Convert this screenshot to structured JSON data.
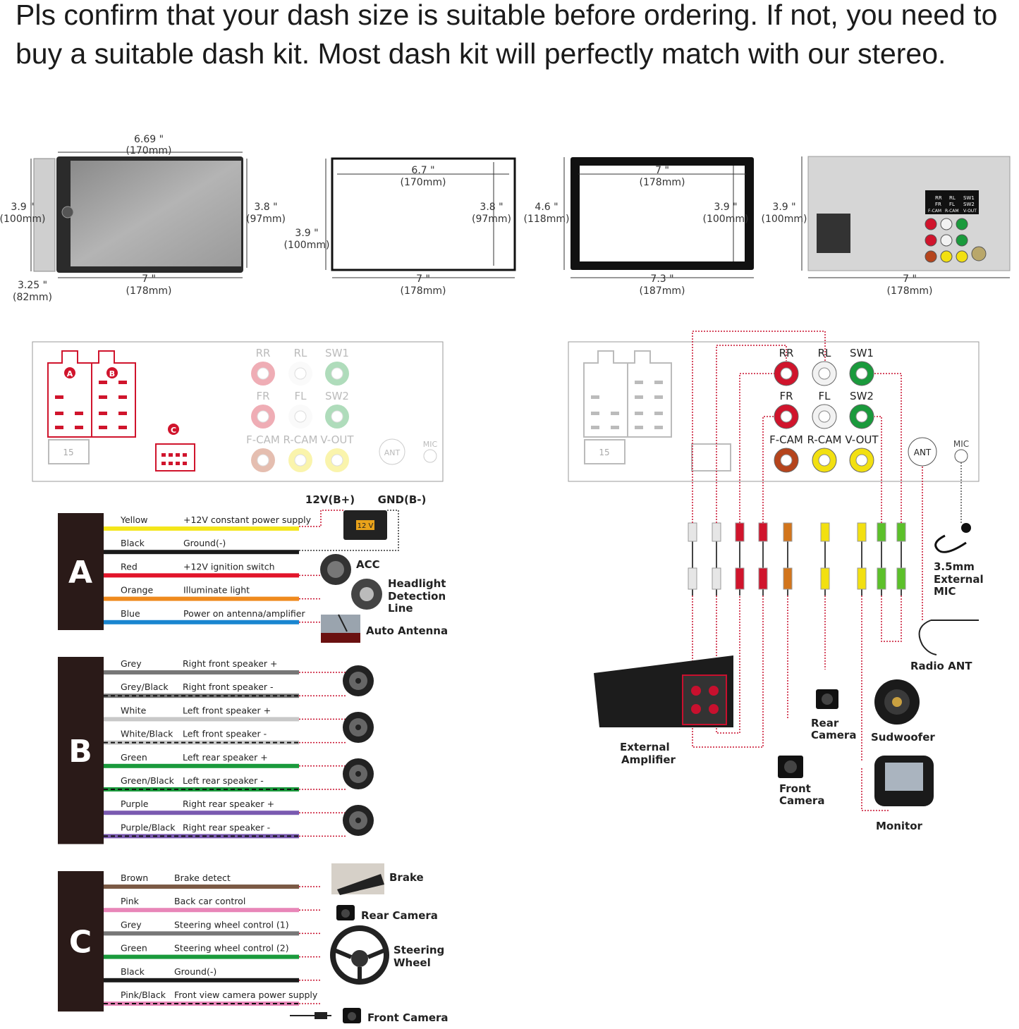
{
  "headline": "Pls confirm that your dash size is suitable before ordering. If not, you need to buy a suitable dash kit. Most dash kit will perfectly match with our stereo.",
  "dimensions": {
    "unit": {
      "top": "6.69 \"",
      "top_mm": "(170mm)",
      "left": "3.9 \"",
      "left_mm": "(100mm)",
      "right": "3.8 \"",
      "right_mm": "(97mm)",
      "depth": "3.25 \"",
      "depth_mm": "(82mm)",
      "bottom": "7 \"",
      "bottom_mm": "(178mm)"
    },
    "frame1": {
      "inner_w": "6.7 \"",
      "inner_w_mm": "(170mm)",
      "inner_h": "3.8 \"",
      "inner_h_mm": "(97mm)",
      "outer_h": "3.9 \"",
      "outer_h_mm": "(100mm)",
      "outer_w": "7 \"",
      "outer_w_mm": "(178mm)"
    },
    "frame2": {
      "inner_w": "7 \"",
      "inner_w_mm": "(178mm)",
      "inner_h": "3.9 \"",
      "inner_h_mm": "(100mm)",
      "outer_h": "4.6 \"",
      "outer_h_mm": "(118mm)",
      "outer_w": "7.3 \"",
      "outer_w_mm": "(187mm)"
    },
    "back": {
      "h": "3.9 \"",
      "h_mm": "(100mm)",
      "w": "7 \"",
      "w_mm": "(178mm)",
      "panel_labels": [
        "RR",
        "RL",
        "SW1",
        "FR",
        "FL",
        "SW2",
        "F-CAM",
        "R-CAM",
        "V-OUT"
      ]
    }
  },
  "rear_panel": {
    "connector_labels": [
      "A",
      "B",
      "C"
    ],
    "fuse": "15",
    "jacks": [
      {
        "label": "RR",
        "color": "#d0142c"
      },
      {
        "label": "RL",
        "color": "#f2f2f2"
      },
      {
        "label": "SW1",
        "color": "#1a9a3c"
      },
      {
        "label": "FR",
        "color": "#d0142c"
      },
      {
        "label": "FL",
        "color": "#f2f2f2"
      },
      {
        "label": "SW2",
        "color": "#1a9a3c"
      },
      {
        "label": "F-CAM",
        "color": "#b5441c"
      },
      {
        "label": "R-CAM",
        "color": "#f2e011"
      },
      {
        "label": "V-OUT",
        "color": "#f2e011"
      }
    ],
    "ant": "ANT",
    "mic": "MIC"
  },
  "harness": {
    "power_labels": {
      "b_plus": "12V(B+)",
      "b_minus": "GND(B-)",
      "battery": "12 V"
    },
    "groups": [
      {
        "letter": "A",
        "wires": [
          {
            "color_name": "Yellow",
            "function": "+12V constant power supply",
            "hex": "#f4e61a"
          },
          {
            "color_name": "Black",
            "function": "Ground(-)",
            "hex": "#1a1a1a"
          },
          {
            "color_name": "Red",
            "function": "+12V ignition switch",
            "hex": "#e2142a"
          },
          {
            "color_name": "Orange",
            "function": "Illuminate light",
            "hex": "#ef8a1e"
          },
          {
            "color_name": "Blue",
            "function": "Power on antenna/amplifier",
            "hex": "#1a86d0"
          }
        ]
      },
      {
        "letter": "B",
        "wires": [
          {
            "color_name": "Grey",
            "function": "Right front speaker +",
            "hex": "#777777"
          },
          {
            "color_name": "Grey/Black",
            "function": "Right front speaker -",
            "hex": "#777777"
          },
          {
            "color_name": "White",
            "function": "Left front speaker +",
            "hex": "#c8c8c8"
          },
          {
            "color_name": "White/Black",
            "function": "Left front speaker -",
            "hex": "#c8c8c8"
          },
          {
            "color_name": "Green",
            "function": "Left rear speaker +",
            "hex": "#1a9a3c"
          },
          {
            "color_name": "Green/Black",
            "function": "Left rear speaker -",
            "hex": "#1a9a3c"
          },
          {
            "color_name": "Purple",
            "function": "Right rear speaker +",
            "hex": "#7a5ab0"
          },
          {
            "color_name": "Purple/Black",
            "function": "Right rear speaker -",
            "hex": "#7a5ab0"
          }
        ]
      },
      {
        "letter": "C",
        "wires": [
          {
            "color_name": "Brown",
            "function": "Brake detect",
            "hex": "#7b5a45"
          },
          {
            "color_name": "Pink",
            "function": "Back car control",
            "hex": "#e886b8"
          },
          {
            "color_name": "Grey",
            "function": "Steering wheel control (1)",
            "hex": "#777777"
          },
          {
            "color_name": "Green",
            "function": "Steering wheel control (2)",
            "hex": "#1a9a3c"
          },
          {
            "color_name": "Black",
            "function": "Ground(-)",
            "hex": "#1a1a1a"
          },
          {
            "color_name": "Pink/Black",
            "function": "Front view camera power supply",
            "hex": "#e886b8"
          }
        ]
      }
    ],
    "devices": {
      "acc": "ACC",
      "headlight": [
        "Headlight",
        "Detection",
        "Line"
      ],
      "auto_antenna": "Auto Antenna",
      "brake": "Brake",
      "rear_camera": "Rear Camera",
      "steering": [
        "Steering",
        "Wheel"
      ],
      "front_camera": "Front Camera"
    }
  },
  "av_devices": {
    "mic": [
      "3.5mm",
      "External",
      "MIC"
    ],
    "radio_ant": "Radio ANT",
    "amplifier": [
      "External",
      "Amplifier"
    ],
    "rear_camera": [
      "Rear",
      "Camera"
    ],
    "subwoofer": "Sudwoofer",
    "front_camera": [
      "Front",
      "Camera"
    ],
    "monitor": "Monitor"
  }
}
